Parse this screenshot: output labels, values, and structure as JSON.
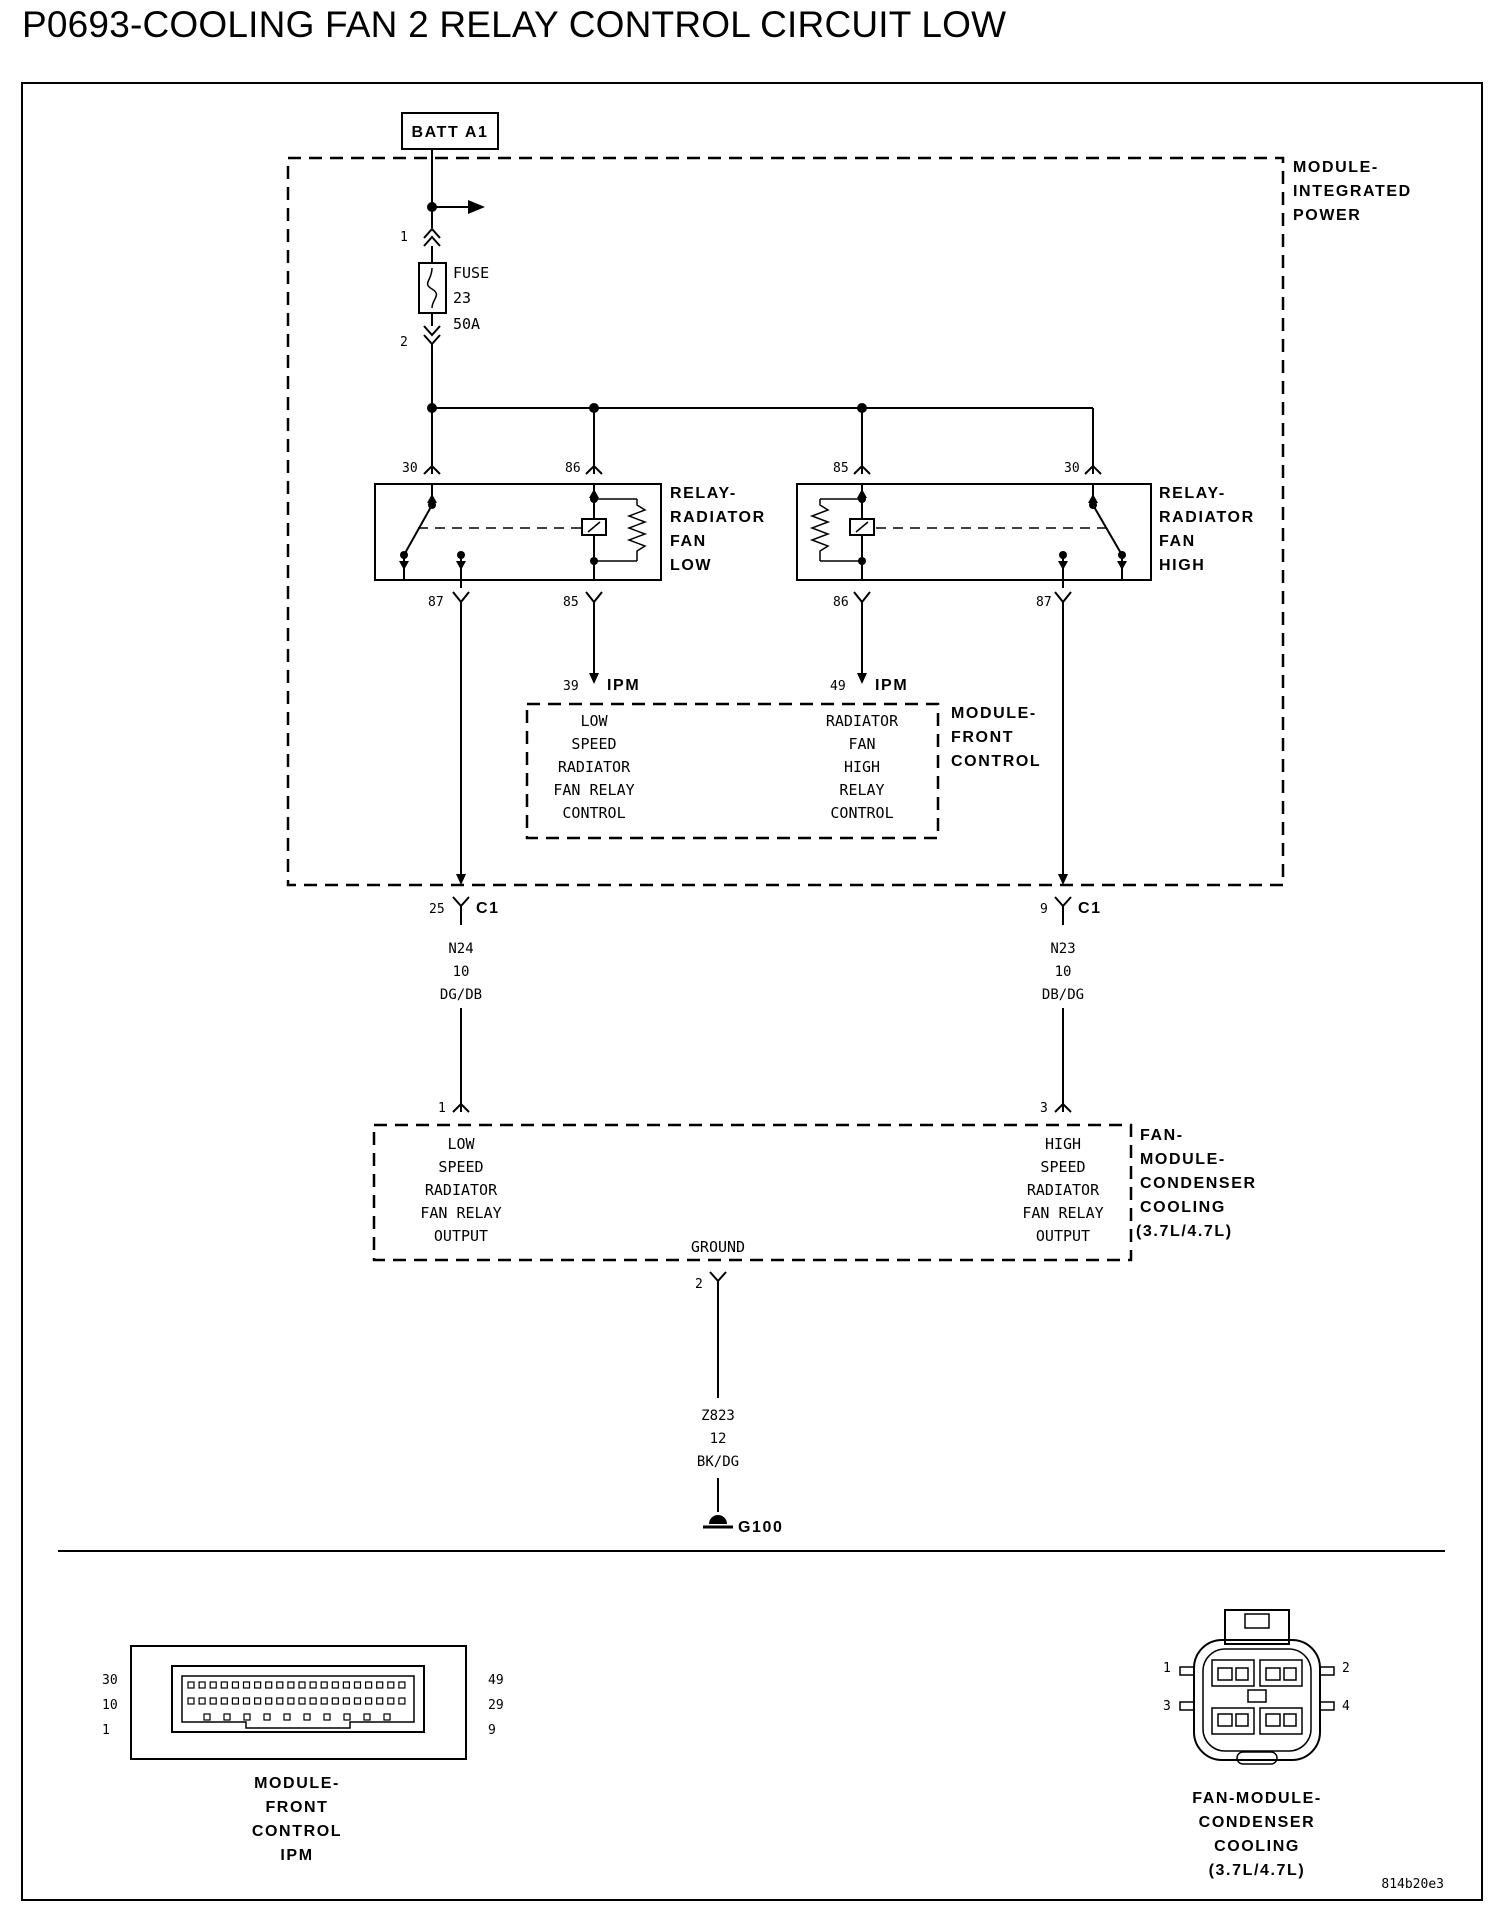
{
  "page": {
    "title": "P0693-COOLING FAN 2 RELAY CONTROL CIRCUIT LOW",
    "figure_code": "814b20e3"
  },
  "power": {
    "label": "BATT A1"
  },
  "ipm": {
    "label_lines": [
      "MODULE-",
      "INTEGRATED",
      "POWER"
    ]
  },
  "fuse": {
    "label_lines": [
      "FUSE",
      "23",
      "50A"
    ],
    "pin_in": "1",
    "pin_out": "2"
  },
  "relay_low": {
    "label_lines": [
      "RELAY-",
      "RADIATOR",
      "FAN",
      "LOW"
    ],
    "pins": {
      "top_left": "30",
      "top_right": "86",
      "bottom_left": "87",
      "bottom_right": "85"
    }
  },
  "relay_high": {
    "label_lines": [
      "RELAY-",
      "RADIATOR",
      "FAN",
      "HIGH"
    ],
    "pins": {
      "top_left": "85",
      "top_right": "30",
      "bottom_left": "86",
      "bottom_right": "87"
    }
  },
  "fcm": {
    "label_lines": [
      "MODULE-",
      "FRONT",
      "CONTROL"
    ],
    "left_pin": "39",
    "right_pin": "49",
    "pin_suffix": "IPM",
    "left_text": [
      "LOW",
      "SPEED",
      "RADIATOR",
      "FAN RELAY",
      "CONTROL"
    ],
    "right_text": [
      "RADIATOR",
      "FAN",
      "HIGH",
      "RELAY",
      "CONTROL"
    ]
  },
  "connectors": {
    "left": {
      "pin": "25",
      "name": "C1"
    },
    "right": {
      "pin": "9",
      "name": "C1"
    }
  },
  "wires": {
    "left": [
      "N24",
      "10",
      "DG/DB"
    ],
    "right": [
      "N23",
      "10",
      "DB/DG"
    ],
    "ground": [
      "Z823",
      "12",
      "BK/DG"
    ]
  },
  "fan_module": {
    "label_lines": [
      "FAN-",
      "MODULE-",
      "CONDENSER",
      "COOLING",
      "(3.7L/4.7L)"
    ],
    "left_pin": "1",
    "right_pin": "3",
    "ground_pin": "2",
    "ground_label": "GROUND",
    "left_text": [
      "LOW",
      "SPEED",
      "RADIATOR",
      "FAN RELAY",
      "OUTPUT"
    ],
    "right_text": [
      "HIGH",
      "SPEED",
      "RADIATOR",
      "FAN RELAY",
      "OUTPUT"
    ]
  },
  "ground": {
    "label": "G100"
  },
  "connector_views": {
    "fcm": {
      "pin_labels_left": [
        "30",
        "10",
        "1"
      ],
      "pin_labels_right": [
        "49",
        "29",
        "9"
      ],
      "caption_lines": [
        "MODULE-",
        "FRONT",
        "CONTROL",
        "IPM"
      ]
    },
    "fan_module": {
      "pin_labels_left": [
        "1",
        "3"
      ],
      "pin_labels_right": [
        "2",
        "4"
      ],
      "caption_lines": [
        "FAN-MODULE-",
        "CONDENSER",
        "COOLING",
        "(3.7L/4.7L)"
      ]
    }
  }
}
